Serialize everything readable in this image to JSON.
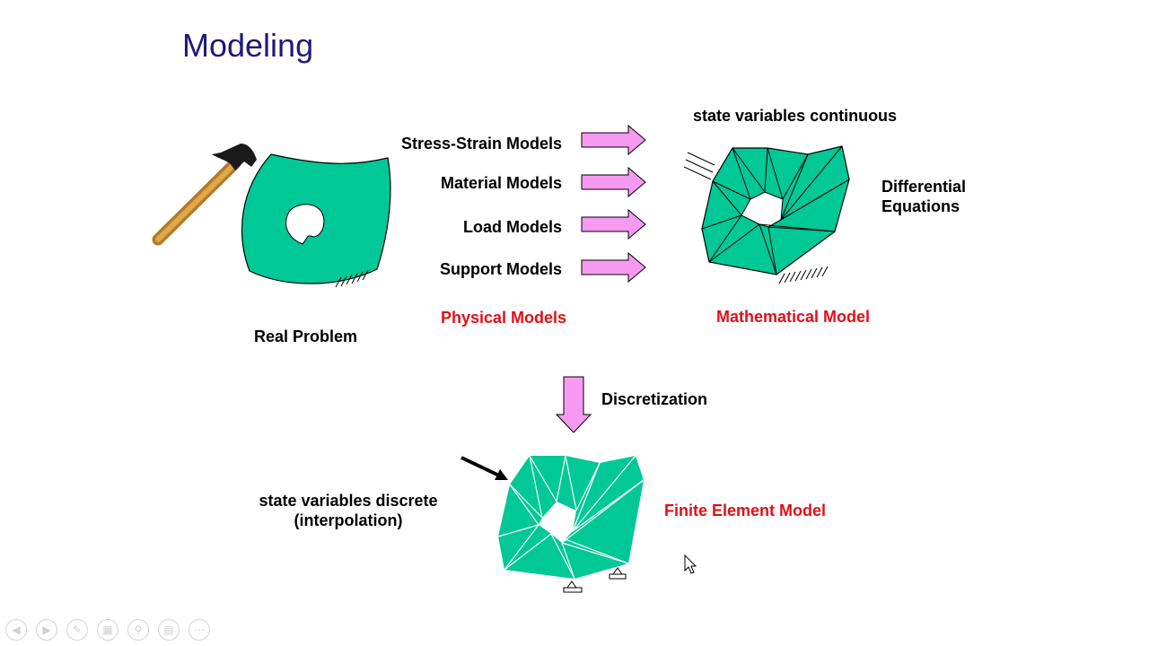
{
  "slide": {
    "title": "Modeling",
    "real_problem": "Real Problem",
    "physical_models": {
      "items": [
        "Stress-Strain Models",
        "Material Models",
        "Load Models",
        "Support Models"
      ],
      "caption": "Physical Models"
    },
    "mathematical_model": {
      "top_label": "state variables continuous",
      "side_label_line1": "Differential",
      "side_label_line2": "Equations",
      "caption": "Mathematical Model"
    },
    "discretization": "Discretization",
    "finite_element": {
      "side_label_line1": "state variables discrete",
      "side_label_line2": "(interpolation)",
      "caption": "Finite Element Model"
    }
  },
  "colors": {
    "title": "#1f1a7a",
    "accent_red": "#e0101a",
    "body_fill": "#00c896",
    "arrow_fill": "#f59af0"
  },
  "toolbar": {
    "icons": [
      "prev-icon",
      "next-icon",
      "pen-icon",
      "slides-icon",
      "zoom-icon",
      "subtitles-icon",
      "more-icon"
    ]
  }
}
